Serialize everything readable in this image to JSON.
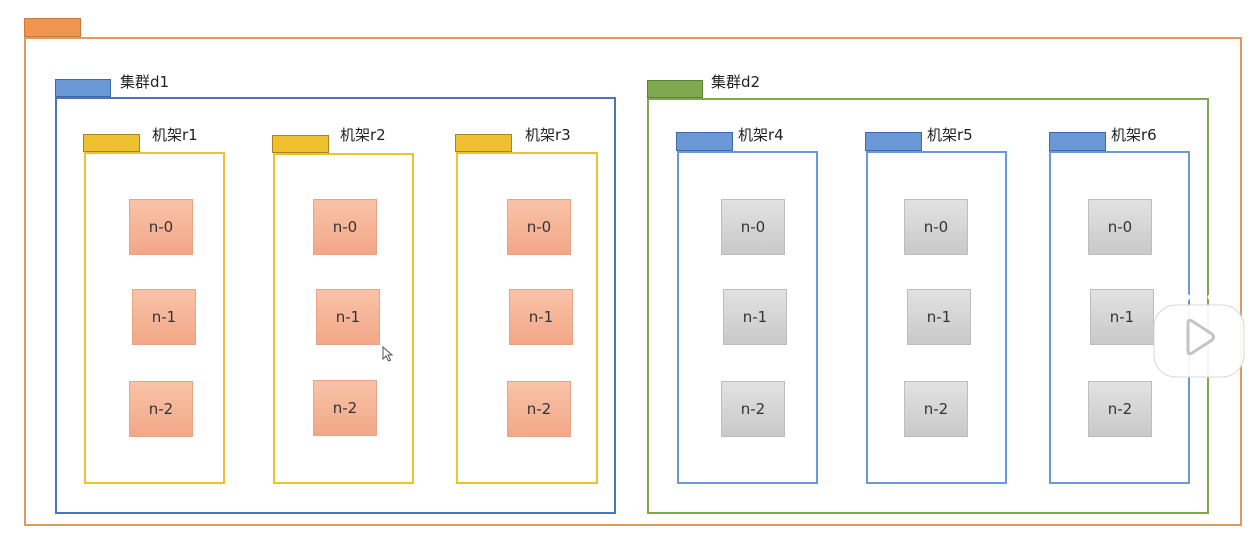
{
  "colors": {
    "outer": "#e29a5c",
    "outer_tab": "#f0954e",
    "cluster_blue": "#4f72b8",
    "cluster_green": "#7fa84f",
    "rack_yellow": "#efc030",
    "rack_blue": "#6b98d6",
    "node_salmon": "#f4ad8e",
    "node_grey": "#d0d0d0"
  },
  "clusters": [
    {
      "label": "集群d1",
      "racks": [
        {
          "label": "机架r1",
          "nodes": [
            "n-0",
            "n-1",
            "n-2"
          ]
        },
        {
          "label": "机架r2",
          "nodes": [
            "n-0",
            "n-1",
            "n-2"
          ]
        },
        {
          "label": "机架r3",
          "nodes": [
            "n-0",
            "n-1",
            "n-2"
          ]
        }
      ]
    },
    {
      "label": "集群d2",
      "racks": [
        {
          "label": "机架r4",
          "nodes": [
            "n-0",
            "n-1",
            "n-2"
          ]
        },
        {
          "label": "机架r5",
          "nodes": [
            "n-0",
            "n-1",
            "n-2"
          ]
        },
        {
          "label": "机架r6",
          "nodes": [
            "n-0",
            "n-1",
            "n-2"
          ]
        }
      ]
    }
  ],
  "overlay": {
    "play_icon": "play-icon"
  }
}
